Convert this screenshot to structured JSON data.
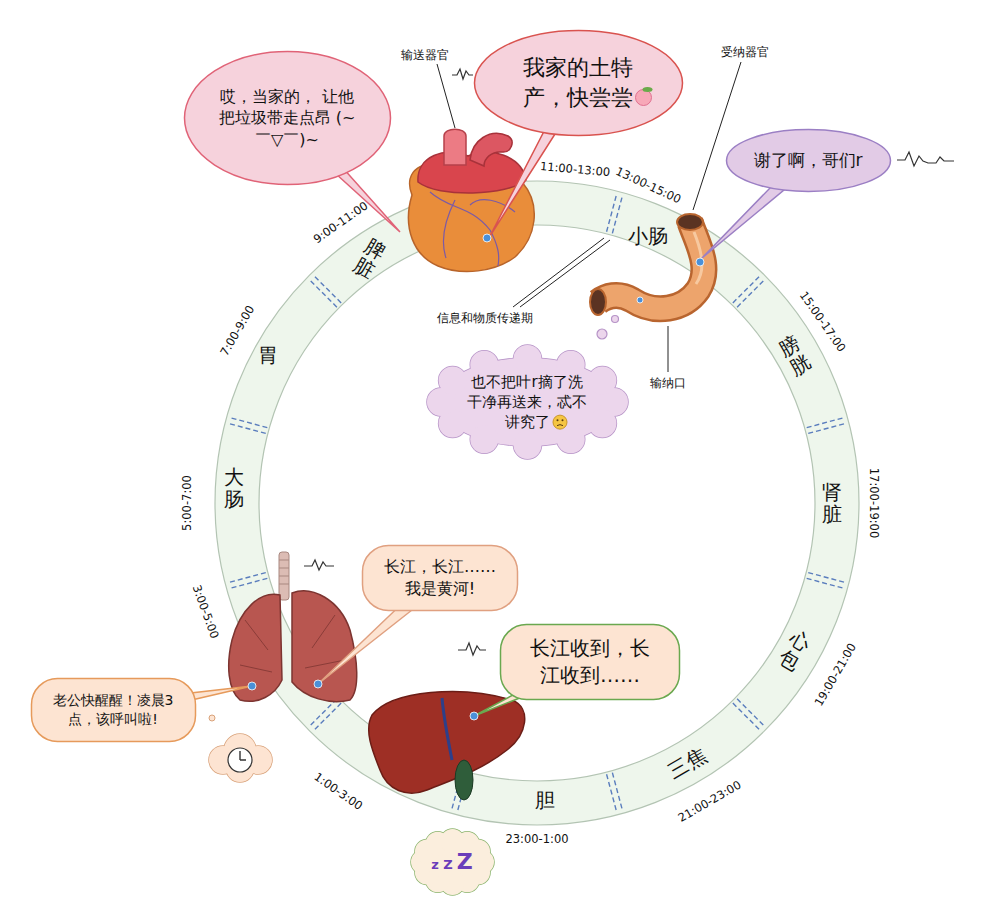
{
  "diagram": {
    "nodes": [
      {
        "text": [
          "哎，当家的， 让他 把垃圾带走点昂 (~￣▽￣)~"
        ]
      },
      {
        "text": [
          "我家的土特 产，快尝尝"
        ]
      },
      {
        "text": [
          "谢了啊，哥们r"
        ]
      },
      {
        "text": [
          "也不把叶r摘了洗 干净再送来，忒不 讲究了"
        ]
      },
      {
        "text": [
          "长江，长江…… 我是黄河!"
        ]
      },
      {
        "text": [
          "长江收到，长 江收到……"
        ]
      },
      {
        "text": [
          "老公快醒醒！凌晨3 点，该呼叫啦!"
        ]
      },
      {
        "text": [
          "z Z",
          "Z"
        ]
      }
    ],
    "labels": [
      "输送器官",
      "受纳器官",
      "信息和物质传递期",
      "输纳口",
      "9:00-11:00",
      "11:00-13:00",
      "13:00-15:00",
      "15:00-17:00",
      "17:00-19:00",
      "19:00-21:00",
      "21:00-23:00",
      "23:00-1:00",
      "1:00-3:00",
      "3:00-5:00",
      "5:00-7:00",
      "7:00-9:00",
      "脾脏",
      "小肠",
      "膀胱",
      "肾脏",
      "心包",
      "三焦",
      "胆",
      "大肠",
      "胃"
    ]
  }
}
